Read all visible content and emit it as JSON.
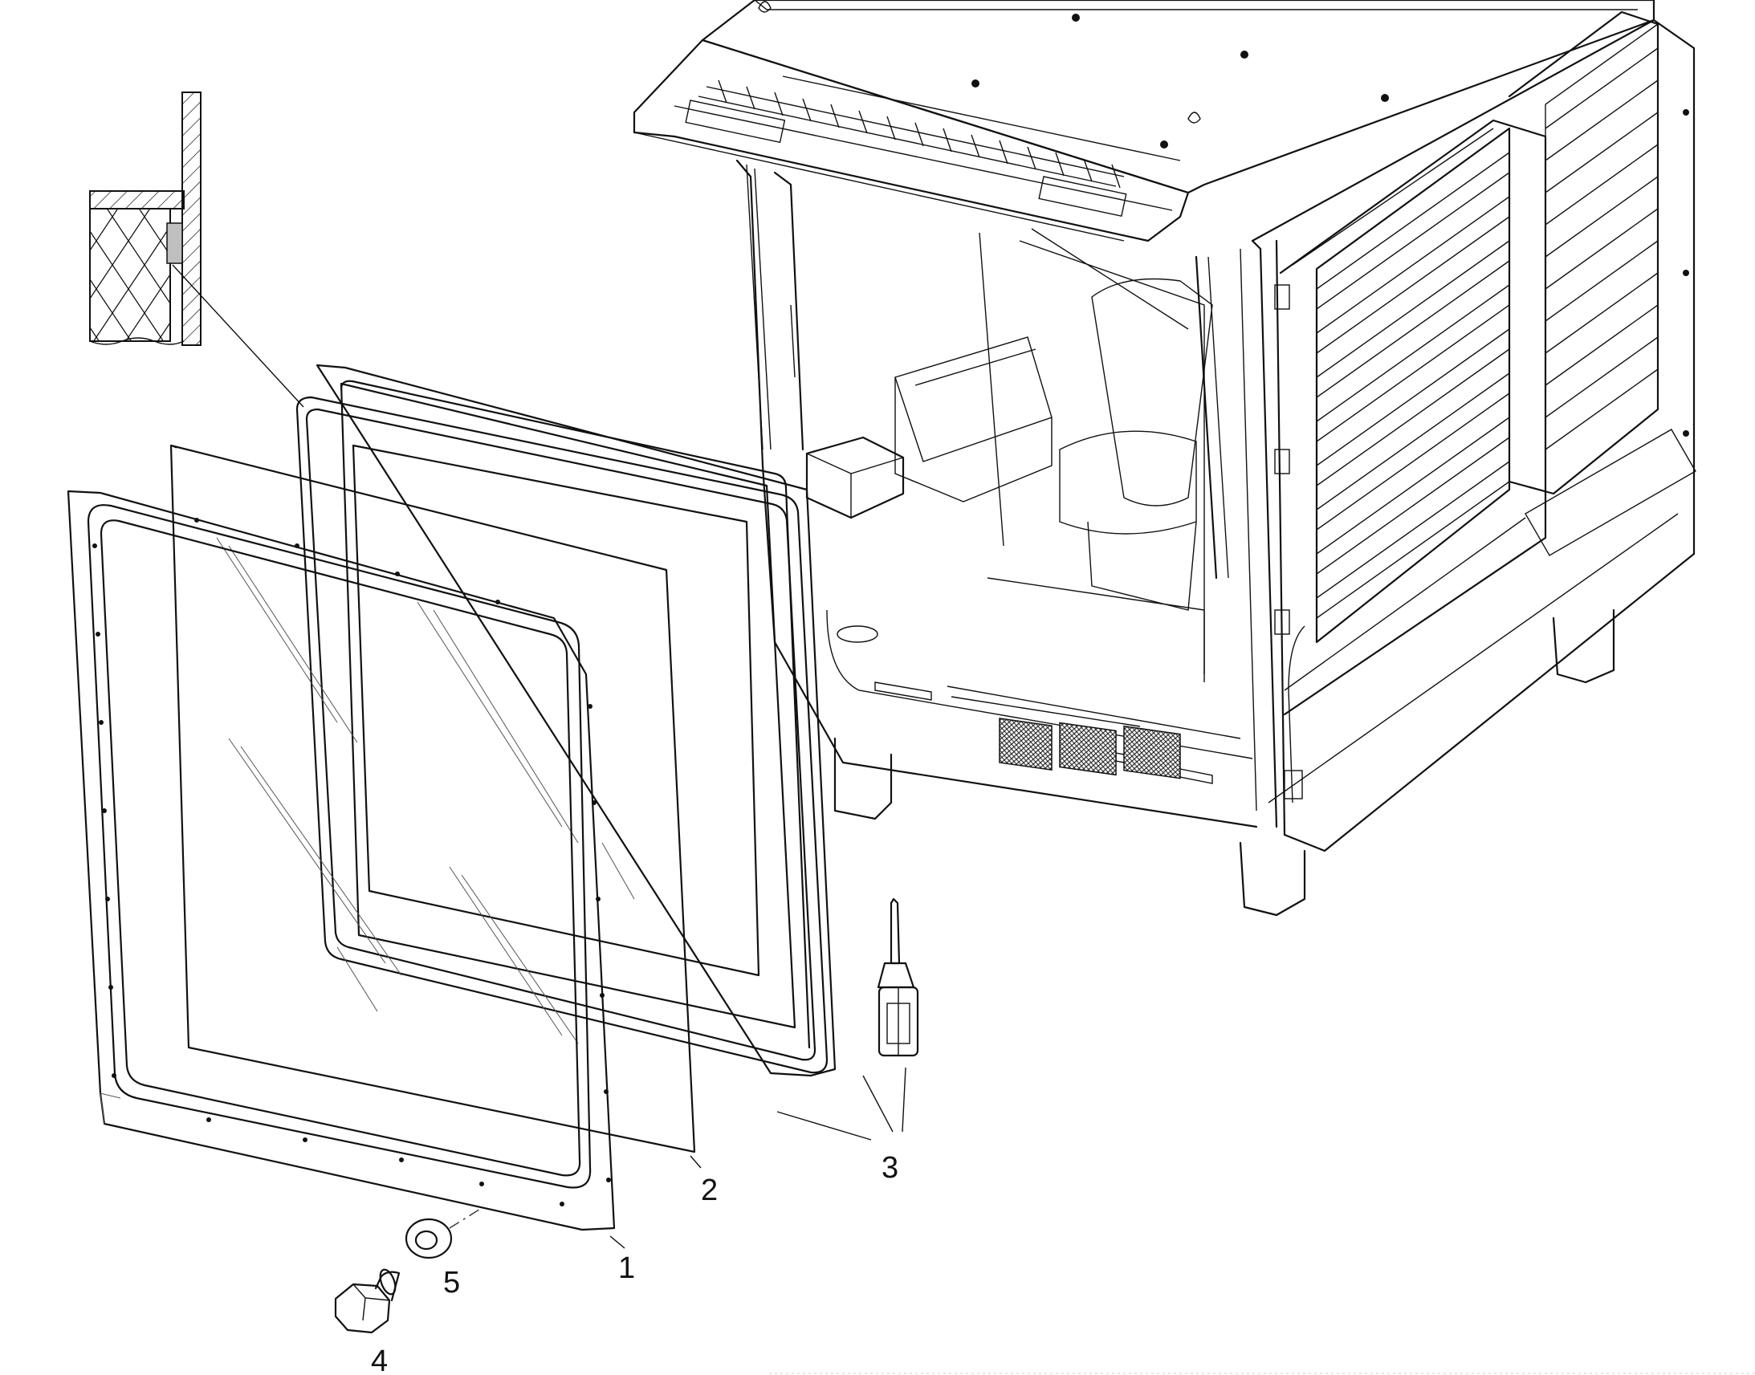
{
  "callouts": [
    {
      "id": "1",
      "label": "1"
    },
    {
      "id": "2",
      "label": "2"
    },
    {
      "id": "3",
      "label": "3"
    },
    {
      "id": "4",
      "label": "4"
    },
    {
      "id": "5",
      "label": "5"
    }
  ],
  "colors": {
    "line": "#111111",
    "background": "#ffffff",
    "seal-fill": "#bfbfbf"
  }
}
